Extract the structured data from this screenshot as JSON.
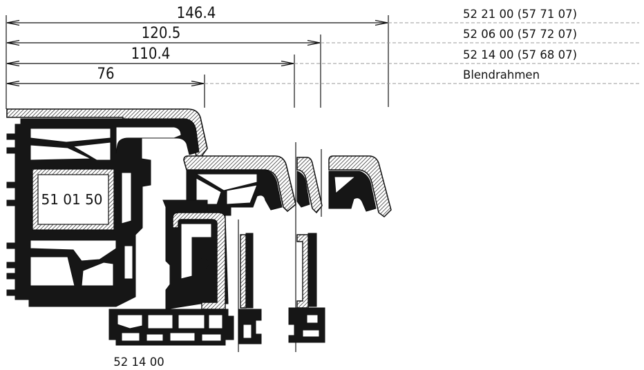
{
  "dimensions": [
    {
      "value": "146.4",
      "reference": "52 21 00 (57 71 07)"
    },
    {
      "value": "120.5",
      "reference": "52 06 00 (57 72 07)"
    },
    {
      "value": "110.4",
      "reference": "52 14 00 (57 68 07)"
    },
    {
      "value": "76",
      "reference": "Blendrahmen"
    }
  ],
  "labels": {
    "reinforcement": "51 01 50",
    "bottom_profile": "52 14 00"
  },
  "colors": {
    "line": "#111111",
    "leader": "#9a9a9a",
    "background": "#ffffff"
  }
}
